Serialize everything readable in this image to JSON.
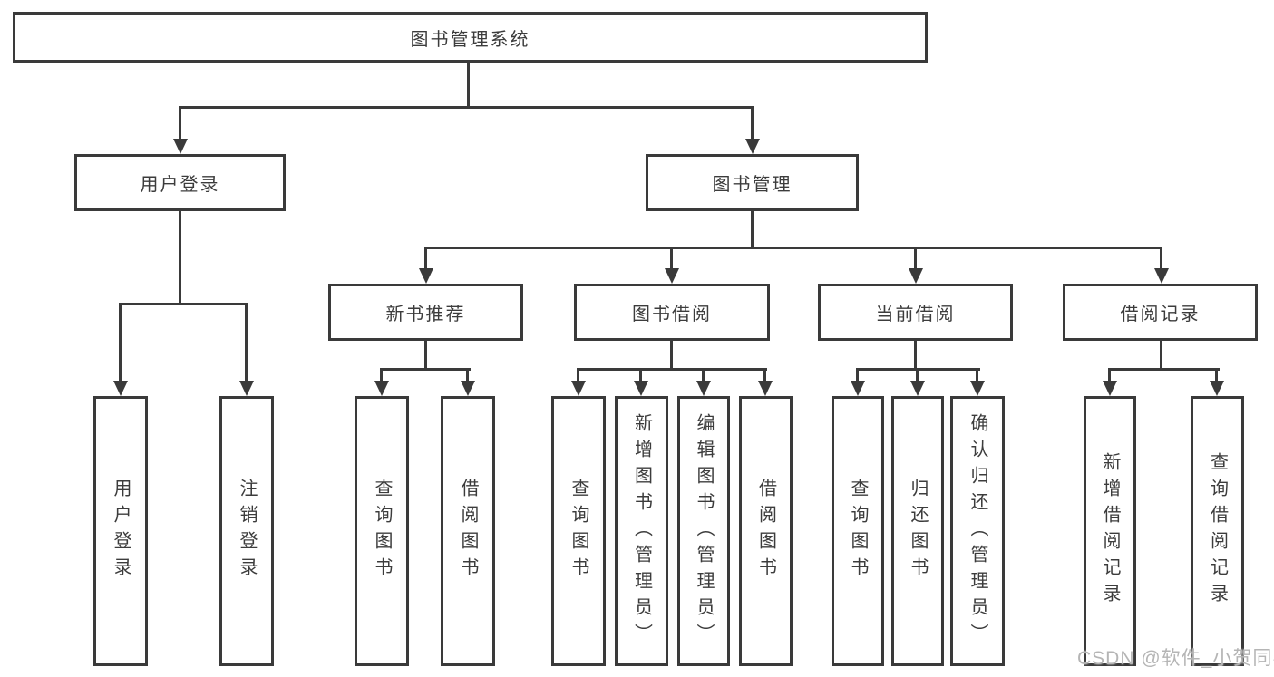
{
  "diagram_title": "图书管理系统",
  "nodes": {
    "root": "图书管理系统",
    "user_login": "用户登录",
    "book_mgmt": "图书管理",
    "new_book_rec": "新书推荐",
    "book_borrow": "图书借阅",
    "current_borrow": "当前借阅",
    "borrow_record": "借阅记录",
    "leaf_user_login": "用户登录",
    "leaf_logout": "注销登录",
    "leaf_rec_query": "查询图书",
    "leaf_rec_borrow": "借阅图书",
    "leaf_bb_query": "查询图书",
    "leaf_bb_add": "新增图书（管理员）",
    "leaf_bb_edit": "编辑图书（管理员）",
    "leaf_bb_borrow": "借阅图书",
    "leaf_cb_query": "查询图书",
    "leaf_cb_return": "归还图书",
    "leaf_cb_confirm": "确认归还（管理员）",
    "leaf_br_add": "新增借阅记录",
    "leaf_br_query": "查询借阅记录"
  },
  "hierarchy": {
    "图书管理系统": {
      "用户登录": [
        "用户登录",
        "注销登录"
      ],
      "图书管理": {
        "新书推荐": [
          "查询图书",
          "借阅图书"
        ],
        "图书借阅": [
          "查询图书",
          "新增图书（管理员）",
          "编辑图书（管理员）",
          "借阅图书"
        ],
        "当前借阅": [
          "查询图书",
          "归还图书",
          "确认归还（管理员）"
        ],
        "借阅记录": [
          "新增借阅记录",
          "查询借阅记录"
        ]
      }
    }
  },
  "watermark": "CSDN @软件_小贺同学",
  "colors": {
    "line": "#3a3a3a",
    "text": "#3c3c3c",
    "background": "#ffffff",
    "watermark": "#b5b5b5"
  }
}
